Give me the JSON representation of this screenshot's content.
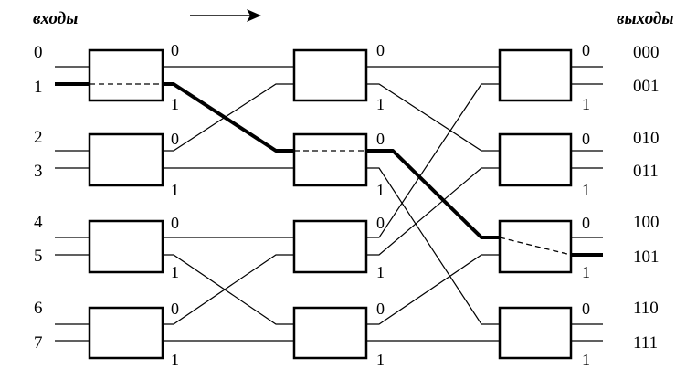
{
  "header": {
    "inputs_label": "входы",
    "outputs_label": "выходы"
  },
  "inputs": [
    "0",
    "1",
    "2",
    "3",
    "4",
    "5",
    "6",
    "7"
  ],
  "outputs": [
    "000",
    "001",
    "010",
    "011",
    "100",
    "101",
    "110",
    "111"
  ],
  "port_labels": {
    "upper": "0",
    "lower": "1"
  },
  "network": {
    "stages": 3,
    "switches_per_stage": 4,
    "highlighted_route": {
      "from_input": "1",
      "to_output": "101"
    }
  },
  "colors": {
    "ink": "#000000",
    "background": "#ffffff"
  }
}
